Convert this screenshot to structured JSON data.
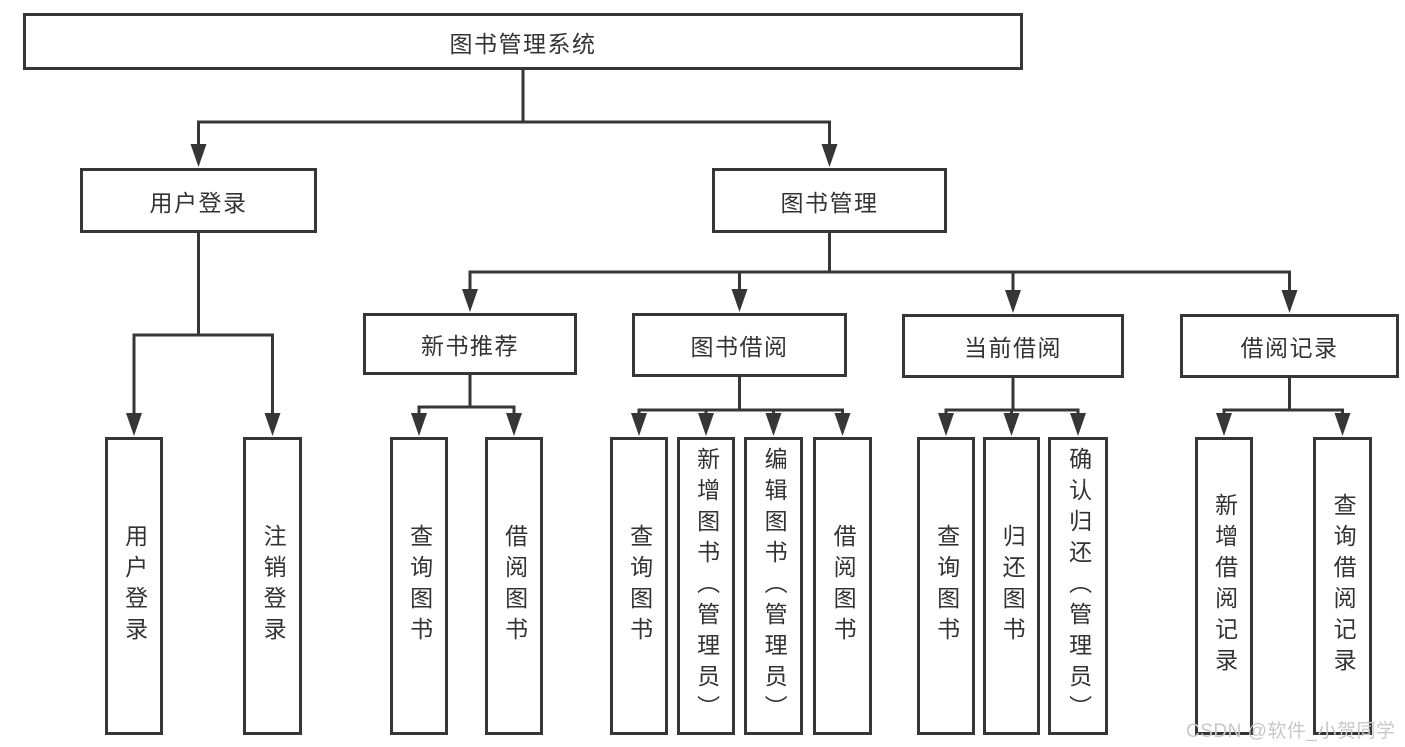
{
  "diagram": {
    "title": "图书管理系统",
    "nodes": [
      {
        "id": "root",
        "label": "图书管理系统"
      },
      {
        "id": "user-login",
        "label": "用户登录"
      },
      {
        "id": "book-mgmt",
        "label": "图书管理"
      },
      {
        "id": "new-book-rec",
        "label": "新书推荐"
      },
      {
        "id": "book-borrow",
        "label": "图书借阅"
      },
      {
        "id": "current-borrow",
        "label": "当前借阅"
      },
      {
        "id": "borrow-records",
        "label": "借阅记录"
      },
      {
        "id": "leaf-user-login",
        "label": "用户登录"
      },
      {
        "id": "leaf-logout",
        "label": "注销登录"
      },
      {
        "id": "leaf-nb-query",
        "label": "查询图书"
      },
      {
        "id": "leaf-nb-borrow",
        "label": "借阅图书"
      },
      {
        "id": "leaf-bb-query",
        "label": "查询图书"
      },
      {
        "id": "leaf-bb-add",
        "label": "新增图书（管理员）"
      },
      {
        "id": "leaf-bb-edit",
        "label": "编辑图书（管理员）"
      },
      {
        "id": "leaf-bb-borrow",
        "label": "借阅图书"
      },
      {
        "id": "leaf-cb-query",
        "label": "查询图书"
      },
      {
        "id": "leaf-cb-return",
        "label": "归还图书"
      },
      {
        "id": "leaf-cb-confirm",
        "label": "确认归还（管理员）"
      },
      {
        "id": "leaf-br-add",
        "label": "新增借阅记录"
      },
      {
        "id": "leaf-br-query",
        "label": "查询借阅记录"
      }
    ],
    "edges": [
      {
        "from": "root",
        "children": [
          "user-login",
          "book-mgmt"
        ]
      },
      {
        "from": "user-login",
        "children": [
          "leaf-user-login",
          "leaf-logout"
        ]
      },
      {
        "from": "book-mgmt",
        "children": [
          "new-book-rec",
          "book-borrow",
          "current-borrow",
          "borrow-records"
        ]
      },
      {
        "from": "new-book-rec",
        "children": [
          "leaf-nb-query",
          "leaf-nb-borrow"
        ]
      },
      {
        "from": "book-borrow",
        "children": [
          "leaf-bb-query",
          "leaf-bb-add",
          "leaf-bb-edit",
          "leaf-bb-borrow"
        ]
      },
      {
        "from": "current-borrow",
        "children": [
          "leaf-cb-query",
          "leaf-cb-return",
          "leaf-cb-confirm"
        ]
      },
      {
        "from": "borrow-records",
        "children": [
          "leaf-br-add",
          "leaf-br-query"
        ]
      }
    ]
  },
  "watermark": "CSDN @软件_小贺同学",
  "colors": {
    "line": "#363636",
    "text": "#333333",
    "background": "#ffffff",
    "watermark": "#c8c8c8"
  }
}
